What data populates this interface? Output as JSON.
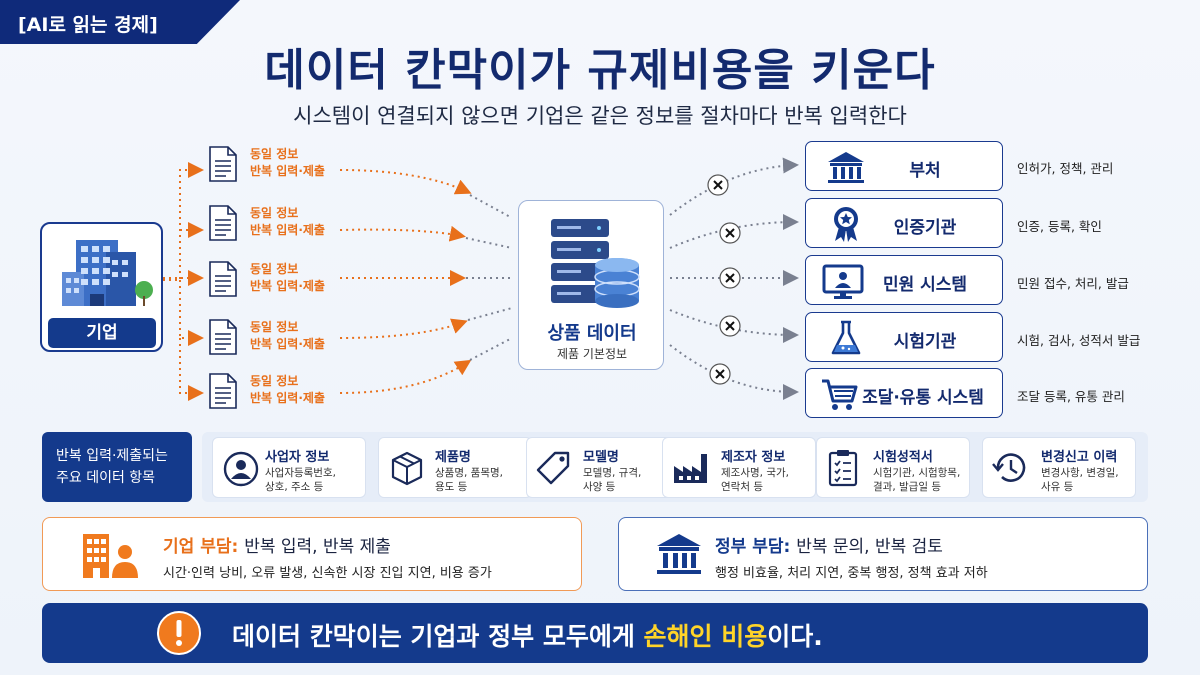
{
  "header": {
    "corner_tag": "[AI로 읽는 경제]",
    "title": "데이터 칸막이가 규제비용을 키운다",
    "subtitle": "시스템이 연결되지 않으면 기업은 같은 정보를 절차마다 반복 입력한다"
  },
  "company": {
    "label": "기업",
    "icon": "office-building-icon"
  },
  "docs": [
    {
      "line1": "동일 정보",
      "line2": "반복 입력·제출"
    },
    {
      "line1": "동일 정보",
      "line2": "반복 입력·제출"
    },
    {
      "line1": "동일 정보",
      "line2": "반복 입력·제출"
    },
    {
      "line1": "동일 정보",
      "line2": "반복 입력·제출"
    },
    {
      "line1": "동일 정보",
      "line2": "반복 입력·제출"
    }
  ],
  "server": {
    "title": "상품 데이터",
    "subtitle": "제품 기본정보",
    "icon": "database-server-icon"
  },
  "agencies": [
    {
      "label": "부처",
      "desc": "인허가, 정책, 관리",
      "icon": "government-building-icon"
    },
    {
      "label": "인증기관",
      "desc": "인증, 등록, 확인",
      "icon": "certification-badge-icon"
    },
    {
      "label": "민원 시스템",
      "desc": "민원 접수, 처리, 발급",
      "icon": "monitor-user-icon"
    },
    {
      "label": "시험기관",
      "desc": "시험, 검사, 성적서 발급",
      "icon": "flask-icon"
    },
    {
      "label": "조달·유통 시스템",
      "desc": "조달 등록, 유통 관리",
      "icon": "shopping-cart-icon"
    }
  ],
  "data_items": {
    "label_line1": "반복 입력·제출되는",
    "label_line2": "주요 데이터 항목",
    "items": [
      {
        "title": "사업자 정보",
        "desc1": "사업자등록번호,",
        "desc2": "상호, 주소 등",
        "icon": "person-icon"
      },
      {
        "title": "제품명",
        "desc1": "상품명, 품목명,",
        "desc2": "용도 등",
        "icon": "box-icon"
      },
      {
        "title": "모델명",
        "desc1": "모델명, 규격,",
        "desc2": "사양 등",
        "icon": "tag-icon"
      },
      {
        "title": "제조자 정보",
        "desc1": "제조사명, 국가,",
        "desc2": "연락처 등",
        "icon": "factory-icon"
      },
      {
        "title": "시험성적서",
        "desc1": "시험기관, 시험항목,",
        "desc2": "결과, 발급일 등",
        "icon": "clipboard-icon"
      },
      {
        "title": "변경신고 이력",
        "desc1": "변경사항, 변경일,",
        "desc2": "사유 등",
        "icon": "history-clock-icon"
      }
    ]
  },
  "burden": {
    "corp_title": "기업 부담:",
    "corp_title_rest": "반복 입력, 반복 제출",
    "corp_desc": "시간·인력 낭비, 오류 발생, 신속한 시장 진입 지연, 비용 증가",
    "gov_title": "정부 부담:",
    "gov_title_rest": "반복 문의, 반복 검토",
    "gov_desc": "행정 비효율, 처리 지연, 중복 행정, 정책 효과 저하"
  },
  "banner": {
    "text_before": "데이터 칸막이는 기업과 정부 모두에게 ",
    "text_highlight": "손해인 비용",
    "text_after": "이다."
  },
  "colors": {
    "navy": "#143a8c",
    "orange": "#e8701b",
    "highlight": "#ffd428"
  }
}
